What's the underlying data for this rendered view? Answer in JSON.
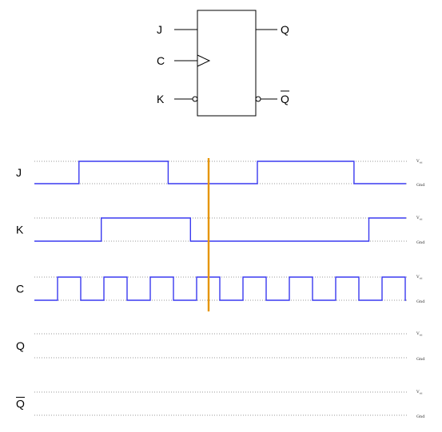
{
  "flip_flop": {
    "pins": {
      "j": "J",
      "c": "C",
      "k": "K",
      "q": "Q",
      "q_bar": "Q"
    }
  },
  "timing": {
    "rail_labels": {
      "vdd": "V",
      "vdd_sub": "dd",
      "gnd": "Gnd"
    },
    "rows": [
      {
        "label": "J",
        "overline": false,
        "waveform": "data"
      },
      {
        "label": "K",
        "overline": false,
        "waveform": "data"
      },
      {
        "label": "C",
        "overline": false,
        "waveform": "clock"
      },
      {
        "label": "Q",
        "overline": false,
        "waveform": "none"
      },
      {
        "label": "Q",
        "overline": true,
        "waveform": "none"
      }
    ],
    "signals": {
      "J": {
        "initial": 0,
        "transitions": [
          0.12,
          0.36,
          0.6,
          0.86
        ]
      },
      "K": {
        "initial": 0,
        "transitions": [
          0.18,
          0.42,
          0.9
        ]
      },
      "C": {
        "initial": 0,
        "pulses": 8
      }
    },
    "cursor_position": 0.455
  },
  "colors": {
    "waveform": "#3a3af0",
    "cursor": "#e69500",
    "dotted_guide": "#9a9a9a",
    "outline": "#000000"
  }
}
